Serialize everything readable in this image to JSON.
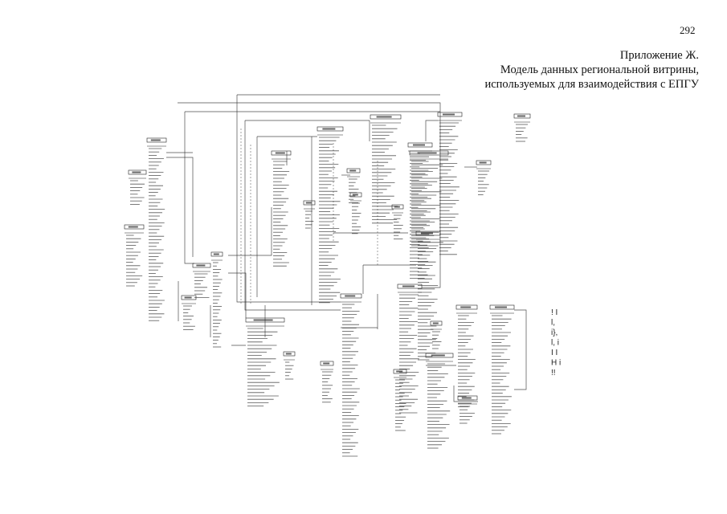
{
  "page": {
    "number": "292",
    "title_lines": [
      "Приложение Ж.",
      "Модель данных региональной витрины,",
      "используемых для взаимодействия с ЕПГУ"
    ]
  },
  "diagram": {
    "ink_color": "#222222",
    "side_marks": [
      "! I",
      "l,",
      "i},",
      "l, i",
      "I I",
      "H i",
      "!!"
    ]
  }
}
